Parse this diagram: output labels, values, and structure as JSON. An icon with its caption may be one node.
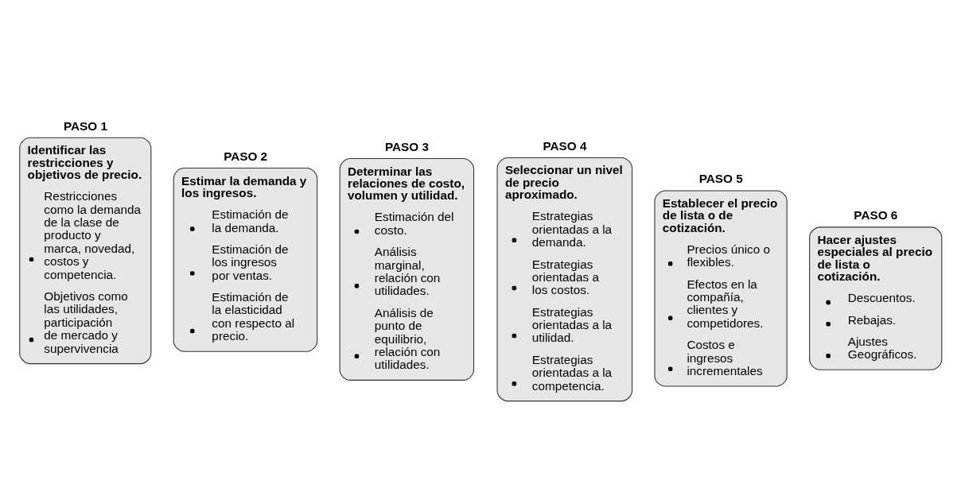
{
  "diagram": {
    "nodes": [
      {
        "text": [
          "PASO 1",
          "Identificar las restricciones y objetivos de precio.",
          "Restricciones como la demanda de la clase de producto y marca, novedad, costos y competencia.",
          "Objetivos como las utilidades, participación de mercado y supervivencia"
        ]
      },
      {
        "text": [
          "PASO 2",
          "Estimar la demanda y los ingresos.",
          "Estimación de la demanda.",
          "Estimación de los ingresos por ventas.",
          "Estimación de la elasticidad con respecto al precio."
        ]
      },
      {
        "text": [
          "PASO 3",
          "Determinar las relaciones de costo, volumen y utilidad.",
          "Estimación del costo.",
          "Análisis marginal, relación con utilidades.",
          "Análisis de punto de equilibrio, relación con utilidades."
        ]
      },
      {
        "text": [
          "PASO 4",
          "Seleccionar un nivel de precio aproximado.",
          "Estrategias orientadas a la demanda.",
          "Estrategias orientadas a los costos.",
          "Estrategias orientadas a la utilidad.",
          "Estrategias orientadas a la competencia."
        ]
      },
      {
        "text": [
          "PASO 5",
          "Establecer el precio de lista o de cotización.",
          "Precios único o flexibles.",
          "Efectos en la compañía, clientes y competidores.",
          "Costos e ingresos incrementales"
        ]
      },
      {
        "text": [
          "PASO 6",
          "Hacer ajustes especiales al precio de lista o cotización.",
          "Descuentos.",
          "Rebajas.",
          "Ajustes Geográficos."
        ]
      }
    ],
    "edges": []
  }
}
